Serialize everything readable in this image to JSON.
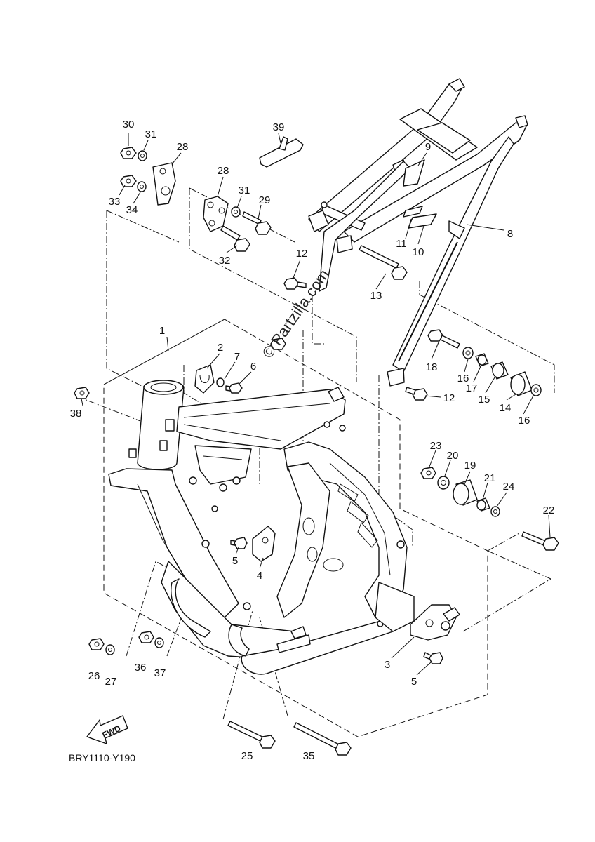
{
  "diagram": {
    "code": "BRY1110-Y190",
    "watermark": "© Partzilla.com",
    "fwd_label": "FWD",
    "callouts": [
      {
        "id": "c1",
        "text": "1"
      },
      {
        "id": "c2",
        "text": "2"
      },
      {
        "id": "c3",
        "text": "3"
      },
      {
        "id": "c4",
        "text": "4"
      },
      {
        "id": "c5a",
        "text": "5"
      },
      {
        "id": "c5b",
        "text": "5"
      },
      {
        "id": "c6",
        "text": "6"
      },
      {
        "id": "c7",
        "text": "7"
      },
      {
        "id": "c8",
        "text": "8"
      },
      {
        "id": "c9",
        "text": "9"
      },
      {
        "id": "c10",
        "text": "10"
      },
      {
        "id": "c11",
        "text": "11"
      },
      {
        "id": "c12a",
        "text": "12"
      },
      {
        "id": "c12b",
        "text": "12"
      },
      {
        "id": "c13",
        "text": "13"
      },
      {
        "id": "c14",
        "text": "14"
      },
      {
        "id": "c15",
        "text": "15"
      },
      {
        "id": "c16a",
        "text": "16"
      },
      {
        "id": "c16b",
        "text": "16"
      },
      {
        "id": "c17",
        "text": "17"
      },
      {
        "id": "c18",
        "text": "18"
      },
      {
        "id": "c19",
        "text": "19"
      },
      {
        "id": "c20",
        "text": "20"
      },
      {
        "id": "c21",
        "text": "21"
      },
      {
        "id": "c22",
        "text": "22"
      },
      {
        "id": "c23",
        "text": "23"
      },
      {
        "id": "c24",
        "text": "24"
      },
      {
        "id": "c25",
        "text": "25"
      },
      {
        "id": "c26",
        "text": "26"
      },
      {
        "id": "c27",
        "text": "27"
      },
      {
        "id": "c28a",
        "text": "28"
      },
      {
        "id": "c28b",
        "text": "28"
      },
      {
        "id": "c29",
        "text": "29"
      },
      {
        "id": "c30",
        "text": "30"
      },
      {
        "id": "c31a",
        "text": "31"
      },
      {
        "id": "c31b",
        "text": "31"
      },
      {
        "id": "c32",
        "text": "32"
      },
      {
        "id": "c33",
        "text": "33"
      },
      {
        "id": "c34",
        "text": "34"
      },
      {
        "id": "c35",
        "text": "35"
      },
      {
        "id": "c36",
        "text": "36"
      },
      {
        "id": "c37",
        "text": "37"
      },
      {
        "id": "c38",
        "text": "38"
      },
      {
        "id": "c39",
        "text": "39"
      }
    ]
  }
}
